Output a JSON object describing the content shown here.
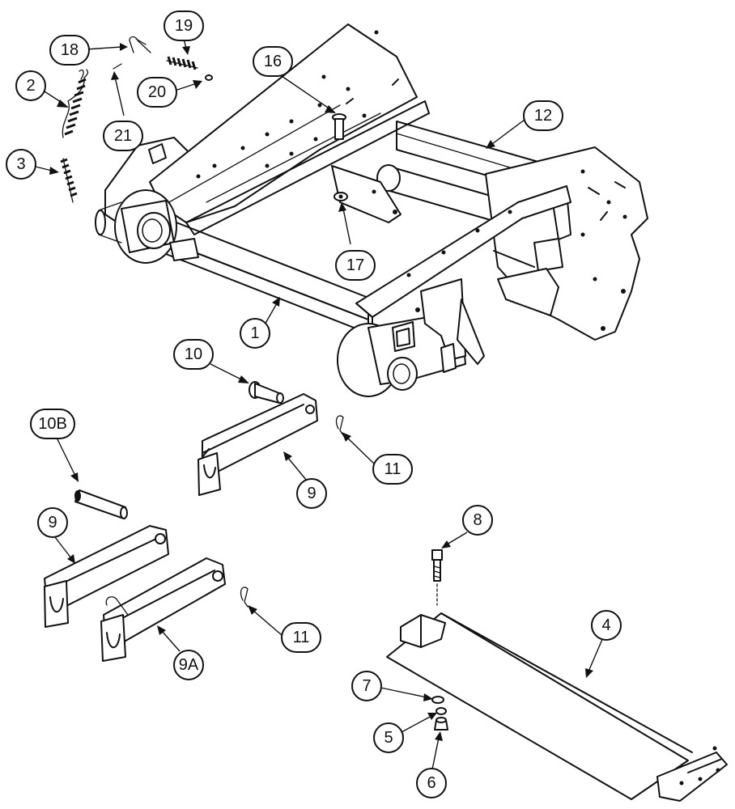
{
  "callouts": [
    {
      "id": "c1",
      "label": "1"
    },
    {
      "id": "c2",
      "label": "2"
    },
    {
      "id": "c3",
      "label": "3"
    },
    {
      "id": "c4",
      "label": "4"
    },
    {
      "id": "c5",
      "label": "5"
    },
    {
      "id": "c6",
      "label": "6"
    },
    {
      "id": "c7",
      "label": "7"
    },
    {
      "id": "c8",
      "label": "8"
    },
    {
      "id": "c9a",
      "label": "9"
    },
    {
      "id": "c9b",
      "label": "9"
    },
    {
      "id": "c9A",
      "label": "9A"
    },
    {
      "id": "c10",
      "label": "10"
    },
    {
      "id": "c10B",
      "label": "10B"
    },
    {
      "id": "c11a",
      "label": "11"
    },
    {
      "id": "c11b",
      "label": "11"
    },
    {
      "id": "c12",
      "label": "12"
    },
    {
      "id": "c16",
      "label": "16"
    },
    {
      "id": "c17",
      "label": "17"
    },
    {
      "id": "c18",
      "label": "18"
    },
    {
      "id": "c19",
      "label": "19"
    },
    {
      "id": "c20",
      "label": "20"
    },
    {
      "id": "c21",
      "label": "21"
    }
  ]
}
